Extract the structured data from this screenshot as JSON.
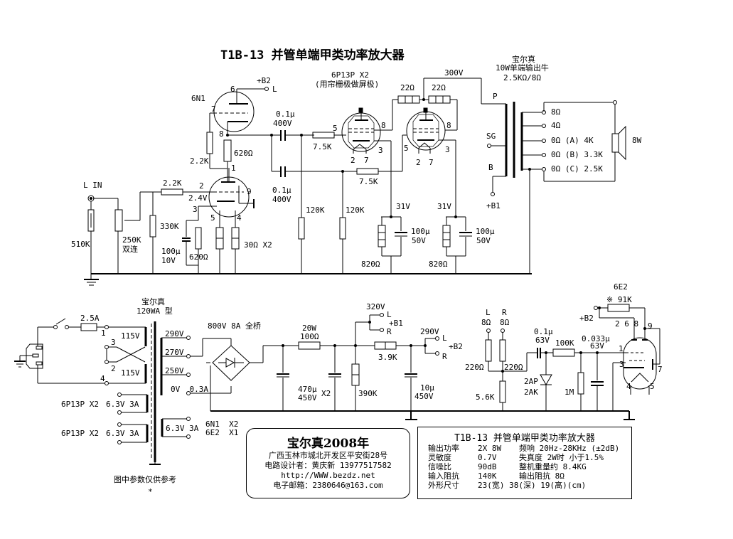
{
  "title": "T1B-13 并管单端甲类功率放大器",
  "output_transformer": {
    "brand": "宝尔真",
    "desc": "10W单端输出牛",
    "ratio": "2.5KΩ/8Ω",
    "pins": {
      "P": "P",
      "SG": "SG",
      "B": "B",
      "B1": "+B1"
    },
    "taps": [
      "8Ω",
      "4Ω",
      "0Ω (A) 4K",
      "0Ω (B) 3.3K",
      "0Ω (C) 2.5K"
    ],
    "speaker": "8W"
  },
  "amp": {
    "input": "L IN",
    "r_510k": "510K",
    "pot": "250K",
    "pot_note": "双连",
    "r_grid": "2.2K",
    "r_330k": "330K",
    "v_cathode": "2.4V",
    "cap_100u": "100μ",
    "cap_10v": "10V",
    "r_620_cathode": "620Ω",
    "r_30x2": "30Ω X2",
    "tube_6n1": "6N1",
    "b2_label": "+B2",
    "b2_L": "L",
    "pins_6n1": [
      "6",
      "7",
      "8",
      "1",
      "2",
      "3",
      "5",
      "4",
      "9"
    ],
    "r_22k": "2.2K",
    "r_620": "620Ω",
    "cap_top": "0.1μ",
    "cap_top_v": "400V",
    "cap_bot": "0.1μ",
    "cap_bot_v": "400V",
    "r_75k_a": "7.5K",
    "r_75k_b": "7.5K",
    "r_120k_a": "120K",
    "r_120k_b": "120K",
    "tube_6p13p": "6P13P X2",
    "tube_note": "(用帘栅极做屏极)",
    "pins_6p13p": [
      "5",
      "8",
      "2",
      "7",
      "3"
    ],
    "r_22_a": "22Ω",
    "r_22_b": "22Ω",
    "v_300": "300V",
    "v_31a": "31V",
    "v_31b": "31V",
    "cap_100u_50": "100μ",
    "cap_50v": "50V",
    "cap_100u_50b": "100μ",
    "cap_50vb": "50V",
    "r_820a": "820Ω",
    "r_820b": "820Ω"
  },
  "power": {
    "fuse": "2.5A",
    "pri_pins": [
      "1",
      "3",
      "2",
      "4"
    ],
    "pri_v1": "115V",
    "pri_v2": "115V",
    "xfmr_brand": "宝尔真",
    "xfmr_model": "120WA 型",
    "sec": [
      "290V",
      "270V",
      "250V",
      "0V  0.3A"
    ],
    "fil_a_tubes": "6P13P X2",
    "fil_a_v": "6.3V 3A",
    "fil_b_tubes": "6P13P X2",
    "fil_b_v": "6.3V 3A",
    "fil_c_v": "6.3V 3A",
    "fil_c_tubes1": "6N1  X2",
    "fil_c_tubes2": "6E2  X1",
    "bridge": "800V 8A 全桥",
    "r_100": "20W",
    "r_100v": "100Ω",
    "cap_470": "470μ",
    "cap_450": "450V",
    "x2": "X2",
    "r_390k": "390K",
    "v_320": "320V",
    "b1": "+B1",
    "L1": "L",
    "R1": "R",
    "r_39k": "3.9K",
    "v_290": "290V",
    "b2": "+B2",
    "L2": "L",
    "R2": "R",
    "cap_10u": "10μ",
    "cap_10u_v": "450V",
    "note": "图中参数仅供参考",
    "star": "*"
  },
  "indicator": {
    "L": "L",
    "R": "R",
    "l8": "8Ω",
    "r8": "8Ω",
    "r220a": "220Ω",
    "r220b": "220Ω",
    "r56k": "5.6K",
    "cap01": "0.1μ",
    "cap01v": "63V",
    "diode": "2AP",
    "diode2": "2AK",
    "r100k": "100K",
    "r1m": "1M",
    "cap033": "0.033μ",
    "cap033v": "63V",
    "tube": "6E2",
    "r91k": "※ 91K",
    "b2": "+B2",
    "pins": [
      "2 6 8",
      "9",
      "1",
      "3",
      "7",
      "4",
      "5"
    ]
  },
  "credit": {
    "brand": "宝尔真2008年",
    "address": "广西玉林市城北开发区平安街28号",
    "designer": "电路设计者：黄庆新  13977517582",
    "web": "http://WWW.bezdz.net",
    "email": "电子邮箱：2380646@163.com"
  },
  "spec": {
    "title": "T1B-13  并管单端甲类功率放大器",
    "rows": [
      [
        "输出功率",
        "2X  8W",
        "频响 20Hz-28KHz (±2dB)"
      ],
      [
        "灵敏度",
        "0.7V",
        "失真度   2W时 小于1.5%"
      ],
      [
        "信噪比",
        "90dB",
        "整机重量约 8.4KG"
      ],
      [
        "输入阻抗",
        "140K",
        "输出阻抗      8Ω"
      ],
      [
        "外形尺寸",
        "23(宽) 38(深) 19(高)(cm)",
        ""
      ]
    ]
  }
}
